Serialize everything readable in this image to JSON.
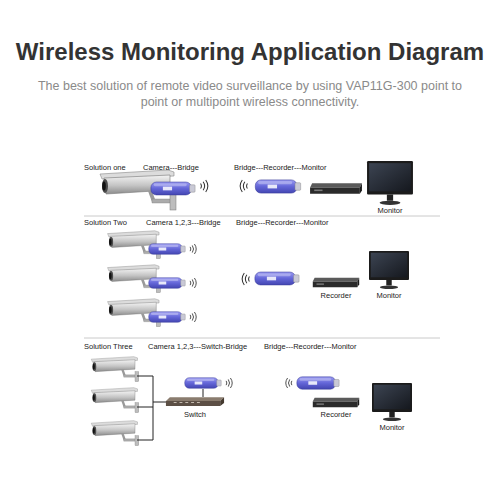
{
  "diagram": {
    "title": "Wireless Monitoring Application Diagram",
    "caption": "The best solution of remote video surveillance by using VAP11G-300 point to point or multipoint wireless connectivity.",
    "labels": [
      "Solution one",
      "Camera---Bridge",
      "Bridge---Recorder---Monitor",
      "Monitor",
      "Solution Two",
      "Camera 1,2,3---Bridge",
      "Bridge---Recorder---Monitor",
      "Recorder",
      "Monitor",
      "Solution Three",
      "Camera 1,2,3---Switch-Bridge",
      "Bridge---Recorder---Monitor",
      "Switch",
      "Recorder",
      "Monitor"
    ]
  }
}
